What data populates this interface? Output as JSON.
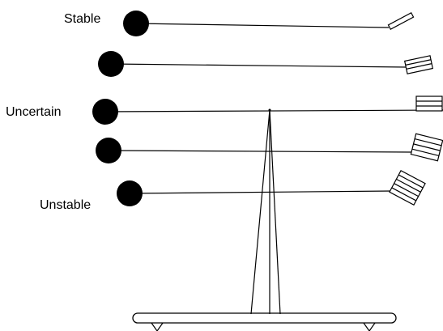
{
  "labels": {
    "stable": "Stable",
    "uncertain": "Uncertain",
    "unstable": "Unstable"
  },
  "colors": {
    "ink": "#000000",
    "paper": "#ffffff"
  },
  "elements": {
    "weighted_arms": 5,
    "counterweight_stacks": 5
  }
}
